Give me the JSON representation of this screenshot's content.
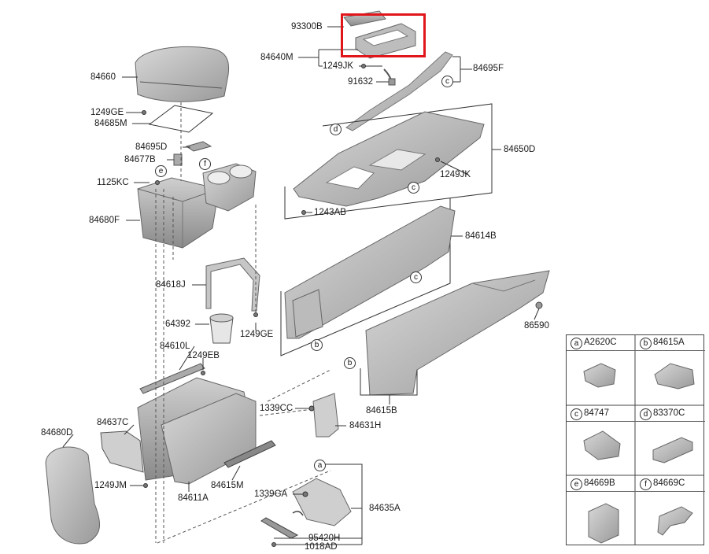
{
  "diagram": {
    "part_labels": {
      "p93300B": "93300B",
      "p84640M": "84640M",
      "p1249JK_top": "1249JK",
      "p91632": "91632",
      "p84695F": "84695F",
      "p84660": "84660",
      "p1249GE_top": "1249GE",
      "p84685M": "84685M",
      "p84695D": "84695D",
      "p84677B": "84677B",
      "p1125KC": "1125KC",
      "p84680F": "84680F",
      "p84650D": "84650D",
      "p1249JK_mid": "1249JK",
      "p1243AB": "1243AB",
      "p84614B": "84614B",
      "p84618J": "84618J",
      "p64392": "64392",
      "p1249GE_low": "1249GE",
      "p86590": "86590",
      "p84610L": "84610L",
      "p1249EB": "1249EB",
      "p84637C": "84637C",
      "p84680D": "84680D",
      "p1249JM": "1249JM",
      "p84611A": "84611A",
      "p84615M": "84615M",
      "p1339CC": "1339CC",
      "p84631H": "84631H",
      "p84615B": "84615B",
      "p1339GA": "1339GA",
      "p84635A": "84635A",
      "p95420H": "95420H",
      "p1018AD": "1018AD"
    },
    "callouts": {
      "a": "a",
      "b": "b",
      "c": "c",
      "d": "d",
      "e": "e",
      "f": "f"
    },
    "legend": [
      {
        "letter": "a",
        "code": "A2620C"
      },
      {
        "letter": "b",
        "code": "84615A"
      },
      {
        "letter": "c",
        "code": "84747"
      },
      {
        "letter": "d",
        "code": "83370C"
      },
      {
        "letter": "e",
        "code": "84669B"
      },
      {
        "letter": "f",
        "code": "84669C"
      }
    ],
    "colors": {
      "highlight": "#e0161b",
      "part_fill": "#c4c4c4",
      "part_dark": "#8f8f8f",
      "line": "#333333"
    }
  }
}
